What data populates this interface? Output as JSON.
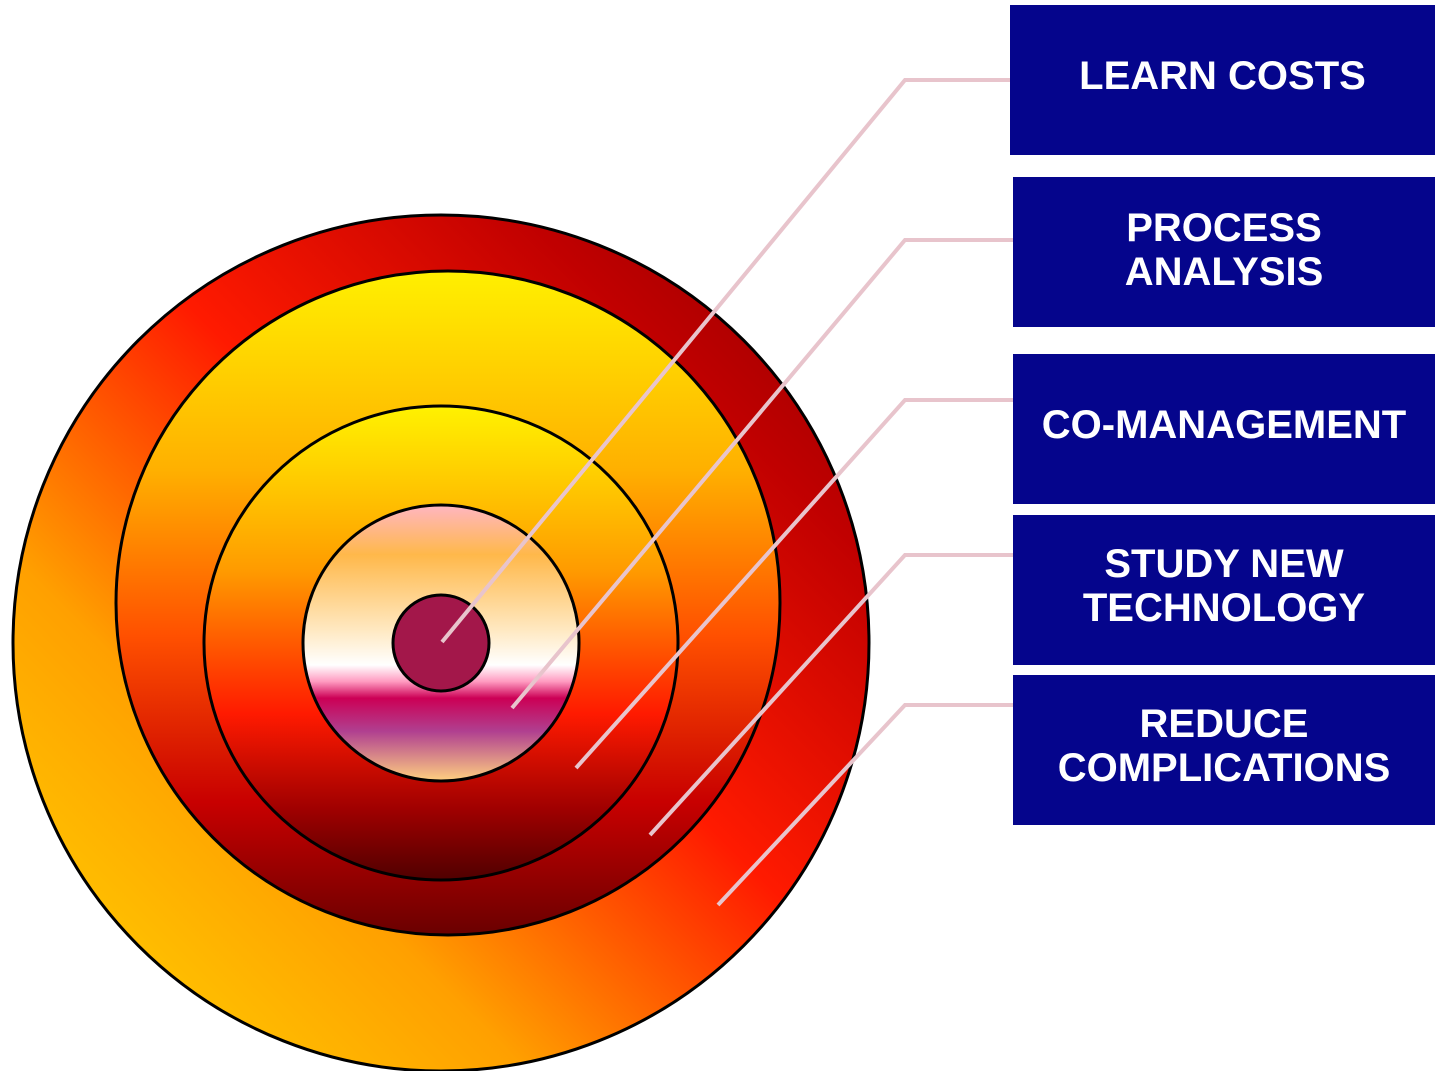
{
  "title": "",
  "labels": [
    "LEARN COSTS",
    "PROCESS\nANALYSIS",
    "CO-MANAGEMENT",
    "STUDY NEW\nTECHNOLOGY",
    "REDUCE\nCOMPLICATIONS"
  ],
  "colors": {
    "label_box": "#05058c",
    "label_text": "#ffffff",
    "leader_line": "#e8c4cc",
    "bullseye_center": "#a3174a",
    "outline": "#000000"
  }
}
